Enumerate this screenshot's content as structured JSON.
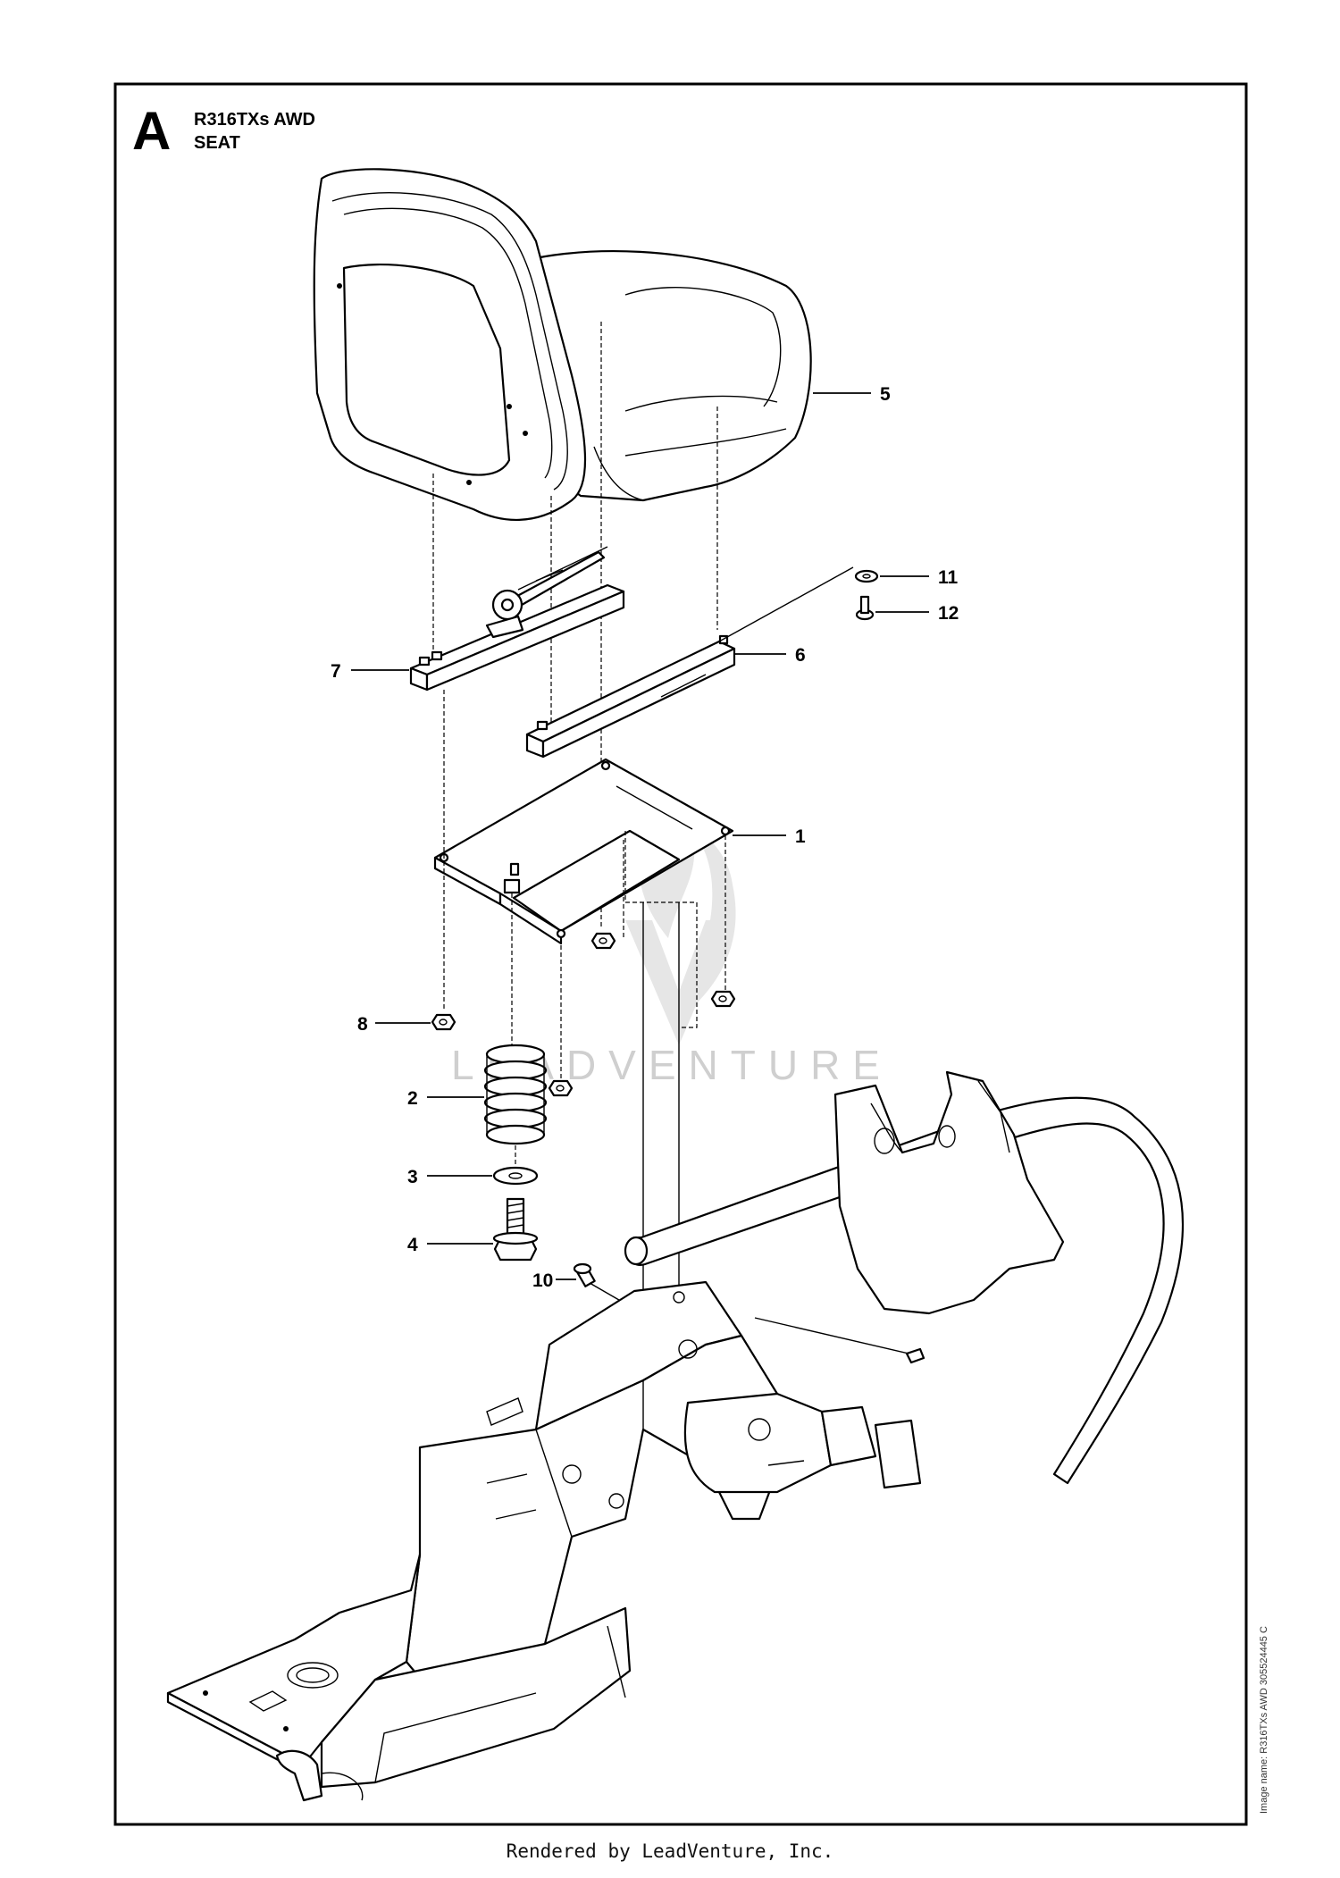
{
  "header": {
    "section_letter": "A",
    "model": "R316TXs AWD",
    "section_name": "SEAT"
  },
  "side_note": "Image name: R316TXs AWD 305524445 C",
  "watermark": "LEADVENTURE",
  "footer": "Rendered by LeadVenture, Inc.",
  "callouts": [
    "1",
    "2",
    "3",
    "4",
    "5",
    "6",
    "7",
    "8",
    "10",
    "11",
    "12"
  ],
  "parts": [
    {
      "callout": "5",
      "icon": "seat-icon"
    },
    {
      "callout": "7",
      "icon": "seat-rail-left-icon"
    },
    {
      "callout": "6",
      "icon": "seat-rail-right-icon"
    },
    {
      "callout": "1",
      "icon": "seat-plate-icon"
    },
    {
      "callout": "8",
      "icon": "nut-icon"
    },
    {
      "callout": "2",
      "icon": "spring-icon"
    },
    {
      "callout": "3",
      "icon": "washer-icon"
    },
    {
      "callout": "4",
      "icon": "bolt-icon"
    },
    {
      "callout": "10",
      "icon": "screw-icon"
    },
    {
      "callout": "11",
      "icon": "washer-icon"
    },
    {
      "callout": "12",
      "icon": "screw-icon"
    }
  ]
}
